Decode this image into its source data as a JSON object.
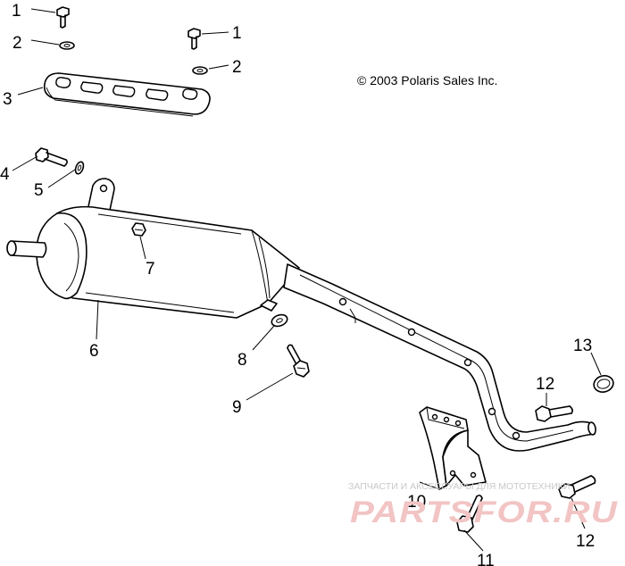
{
  "copyright": "© 2003 Polaris Sales Inc.",
  "callouts": [
    "1",
    "1",
    "2",
    "2",
    "3",
    "4",
    "5",
    "6",
    "7",
    "8",
    "9",
    "10",
    "11",
    "12",
    "12",
    "13"
  ],
  "watermark": {
    "tagline": "ЗАПЧАСТИ И АКСЕССУАРЫ ДЛЯ МОТОТЕХНИКИ",
    "brand": "PARTSFOR.RU"
  }
}
